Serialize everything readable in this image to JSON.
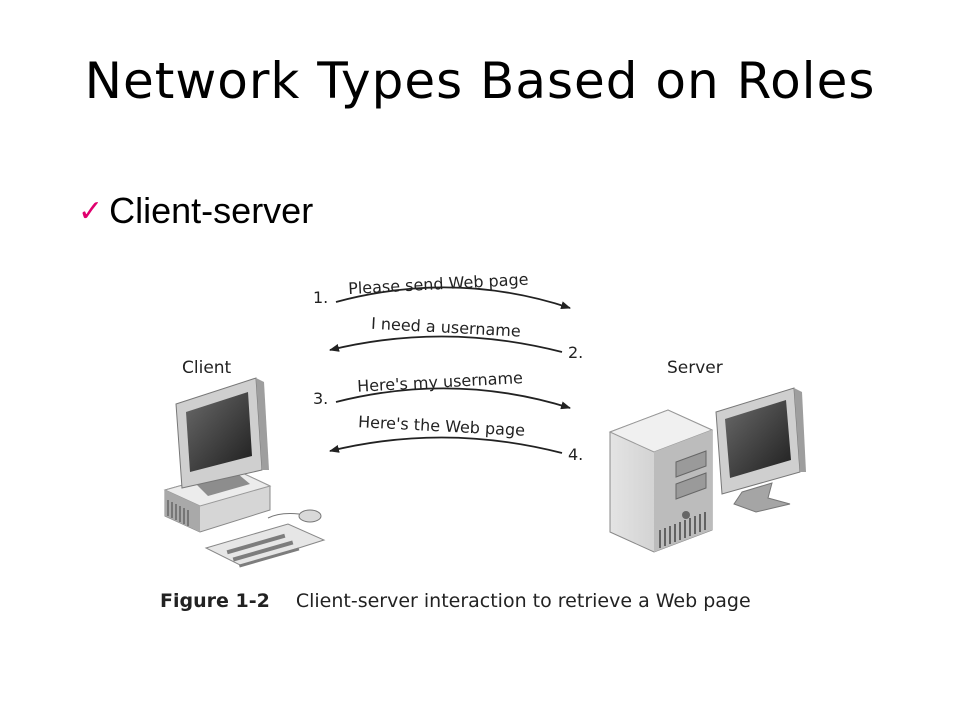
{
  "title": "Network Types Based on Roles",
  "bullet": {
    "icon": "checkmark-icon",
    "text": "Client-server",
    "check_color": "#e0006e"
  },
  "diagram": {
    "client_label": "Client",
    "server_label": "Server",
    "messages": [
      {
        "step": "1.",
        "text": "Please send Web page",
        "direction": "client-to-server"
      },
      {
        "step": "2.",
        "text": "I need a username",
        "direction": "server-to-client"
      },
      {
        "step": "3.",
        "text": "Here's my username",
        "direction": "client-to-server"
      },
      {
        "step": "4.",
        "text": "Here's the Web page",
        "direction": "server-to-client"
      }
    ]
  },
  "caption": {
    "figure": "Figure 1-2",
    "text": "Client-server interaction to retrieve a Web page"
  }
}
